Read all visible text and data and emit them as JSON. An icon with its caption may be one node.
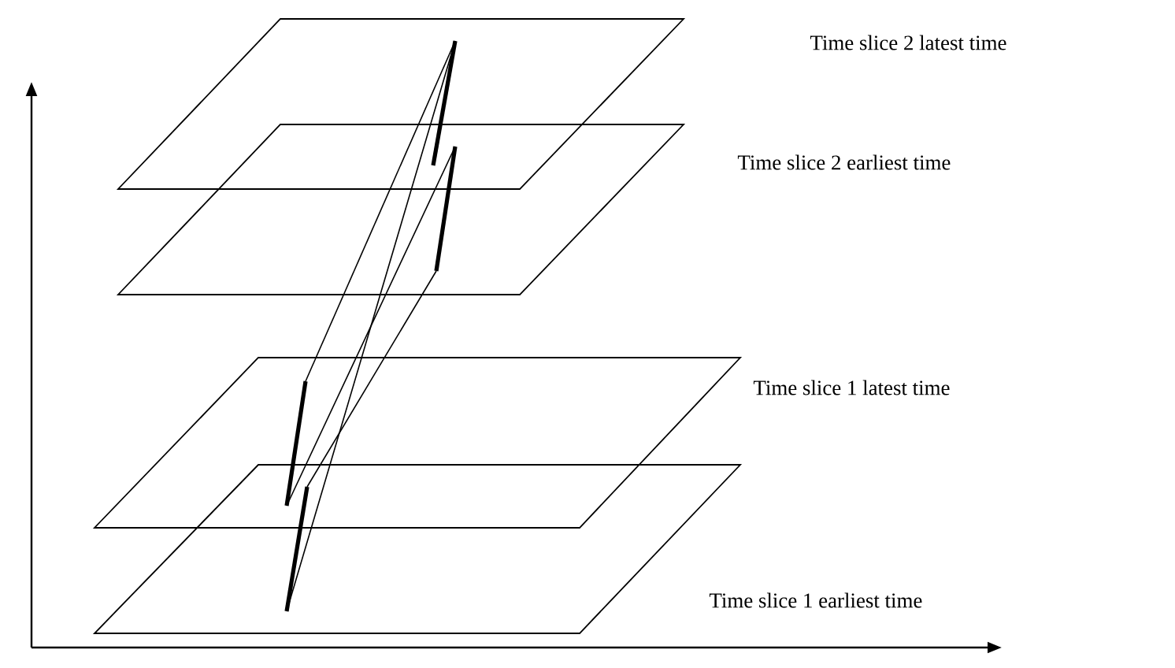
{
  "diagram": {
    "nodes": [
      {
        "text": [],
        "shape": "parallelogram"
      },
      {
        "text": [],
        "shape": "parallelogram"
      },
      {
        "text": [],
        "shape": "parallelogram"
      },
      {
        "text": [],
        "shape": "parallelogram"
      }
    ],
    "labels": [
      "Time slice 2 latest time",
      "Time slice 2 earliest time",
      "Time slice 1 latest time",
      "Time slice 1 earliest time"
    ]
  }
}
